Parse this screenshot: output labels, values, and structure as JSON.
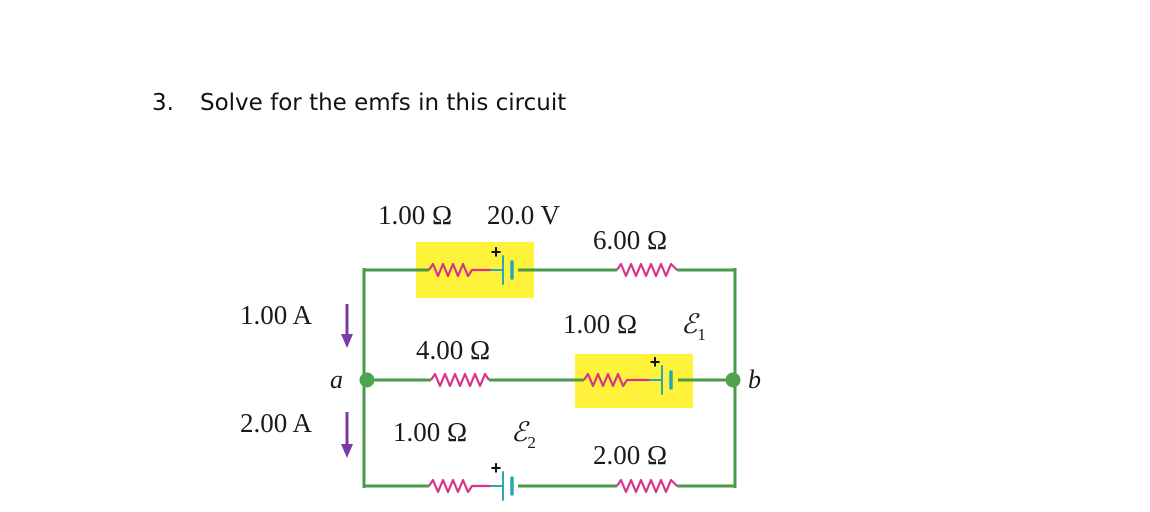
{
  "question": {
    "number": "3.",
    "text": "Solve for the emfs in this circuit"
  },
  "circuit": {
    "top_branch": {
      "resistor_label": "1.00 Ω",
      "emf_label": "20.0 V",
      "right_resistor_label": "6.00 Ω"
    },
    "middle_branch": {
      "left_resistor_label": "4.00 Ω",
      "battery_resistor_label": "1.00 Ω",
      "emf_symbol": "ℰ",
      "emf_subscript": "1"
    },
    "bottom_branch": {
      "battery_resistor_label": "1.00 Ω",
      "emf_symbol": "ℰ",
      "emf_subscript": "2",
      "right_resistor_label": "2.00 Ω"
    },
    "currents": {
      "upper": "1.00 A",
      "lower": "2.00 A"
    },
    "nodes": {
      "left": "a",
      "right": "b"
    },
    "battery_plus": "+"
  },
  "colors": {
    "wire": "#4a9a4a",
    "resistor": "#d6338a",
    "highlight": "#fff23a",
    "battery_plate": "#2aa7b8",
    "arrow": "#7a3aa8",
    "node": "#4ea34e"
  }
}
